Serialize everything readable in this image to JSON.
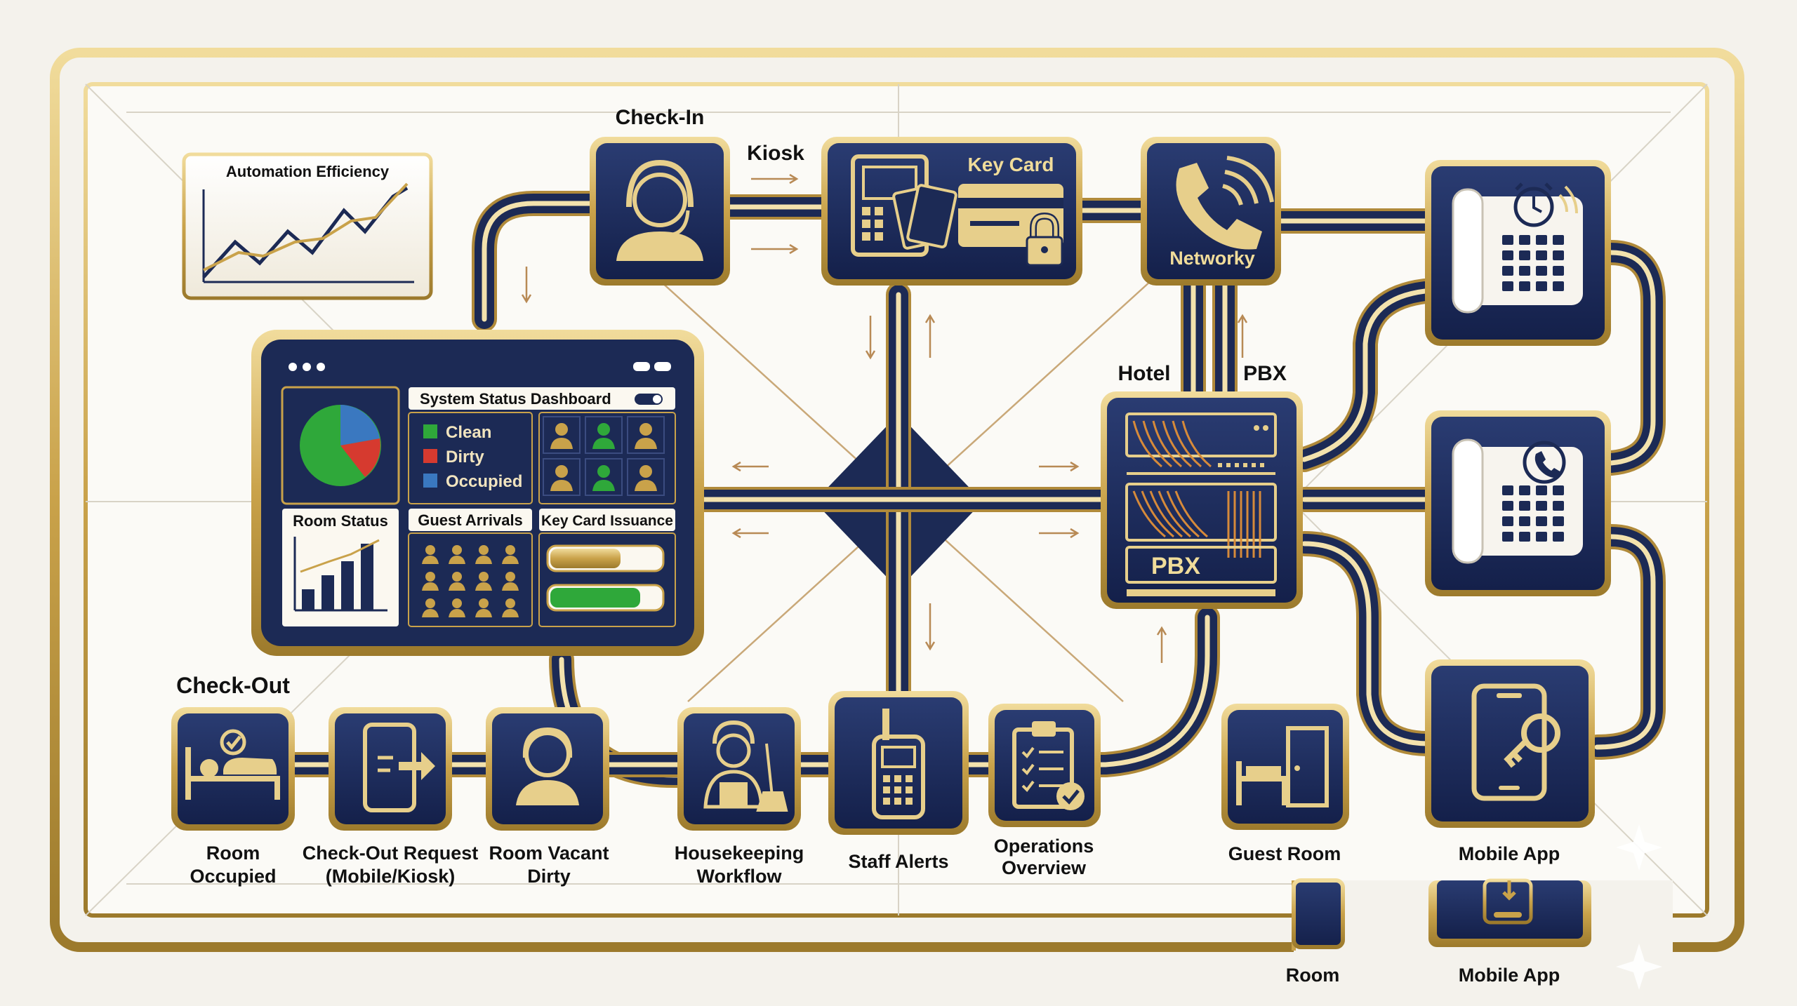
{
  "colors": {
    "navy": "#1c2a55",
    "gold": "#c9a24a",
    "gold_light": "#e7cf8b",
    "panel": "#fbf8f0",
    "green": "#2fa83a",
    "red": "#d63a2f",
    "blue": "#3a78c0"
  },
  "labels": {
    "check_in": "Check-In",
    "kiosk": "Kiosk",
    "key_card": "Key Card",
    "networky": "Networky",
    "hotel": "Hotel",
    "pbx": "PBX",
    "pbx_box": "PBX",
    "check_out": "Check-Out",
    "room_occupied": [
      "Room",
      "Occupied"
    ],
    "check_out_request": [
      "Check-Out Request",
      "(Mobile/Kiosk)"
    ],
    "room_vacant_dirty": [
      "Room Vacant",
      "Dirty"
    ],
    "housekeeping": [
      "Housekeeping",
      "Workflow"
    ],
    "staff_alerts": "Staff Alerts",
    "operations": [
      "Operations",
      "Overview"
    ],
    "guest_room": "Guest Room",
    "mobile_app": "Mobile App",
    "room_lower": "Room",
    "mobile_app_lower": "Mobile App"
  },
  "efficiency": {
    "title": "Automation Efficiency"
  },
  "dashboard": {
    "title": "System Status Dashboard",
    "legend": [
      "Clean",
      "Dirty",
      "Occupied"
    ],
    "room_status": "Room Status",
    "guest_arrivals": "Guest Arrivals",
    "key_card_issuance": "Key Card Issuance"
  },
  "icons": [
    "agent-headset-icon",
    "key-card-terminal-icon",
    "padlock-icon",
    "phone-signal-icon",
    "desk-phone-alarm-icon",
    "desk-phone-call-icon",
    "mobile-key-icon",
    "bed-check-icon",
    "mobile-checkout-icon",
    "agent-icon",
    "housekeeper-icon",
    "walkie-talkie-icon",
    "clipboard-check-icon",
    "bed-door-icon",
    "pie-chart-icon",
    "bar-chart-icon",
    "line-chart-icon"
  ]
}
